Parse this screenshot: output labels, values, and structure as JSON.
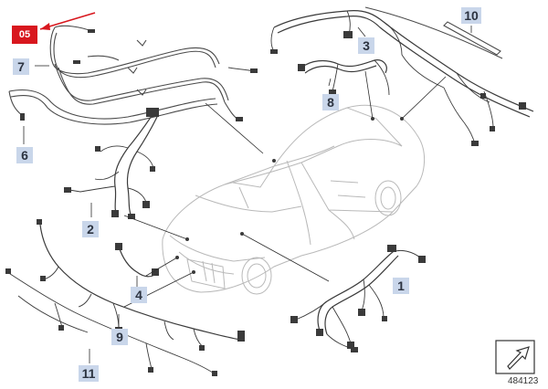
{
  "badge": {
    "text": "05",
    "color": "#d8171e"
  },
  "labels": {
    "l1": "1",
    "l2": "2",
    "l3": "3",
    "l4": "4",
    "l6": "6",
    "l7": "7",
    "l8": "8",
    "l9": "9",
    "l10": "10",
    "l11": "11"
  },
  "reference_number": "484123",
  "colors": {
    "label_bg": "#c9d6ea",
    "line": "#3b3b3b",
    "car_outline": "#b9b9b9",
    "highlight": "#d8171e"
  }
}
